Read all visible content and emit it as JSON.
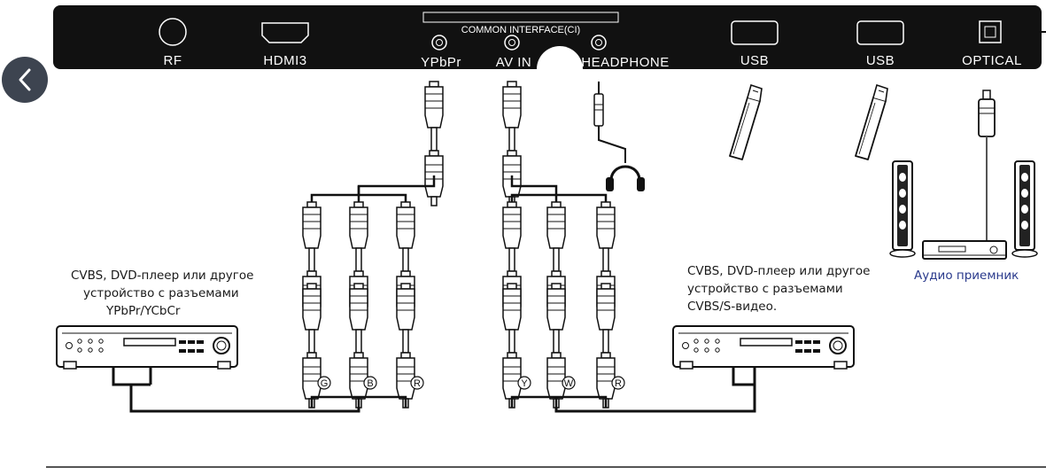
{
  "panel": {
    "ports": {
      "rf": "RF",
      "hdmi3": "HDMI3",
      "ci": "COMMON INTERFACE(CI)",
      "ypbpr": "YPbPr",
      "av_in": "AV IN",
      "headphone": "HEADPHONE",
      "usb1": "USB",
      "usb2": "USB",
      "optical": "OPTICAL"
    }
  },
  "captions": {
    "left_line1": "CVBS, DVD-плеер или другое",
    "left_line2": "устройство с разъемами",
    "left_line3": "YPbPr/YCbCr",
    "right_line1": "CVBS, DVD-плеер или другое",
    "right_line2": "устройство с разъемами",
    "right_line3": "CVBS/S-видео.",
    "audio_receiver": "Аудио приемник"
  },
  "connector_letters": {
    "component": [
      "G",
      "B",
      "R"
    ],
    "composite": [
      "Y",
      "W",
      "R"
    ]
  },
  "colors": {
    "panel": "#111111",
    "nav_button": "#3d4450",
    "audio_caption": "#2a3a8c"
  },
  "icons": {
    "nav": "chevron-left-icon"
  }
}
